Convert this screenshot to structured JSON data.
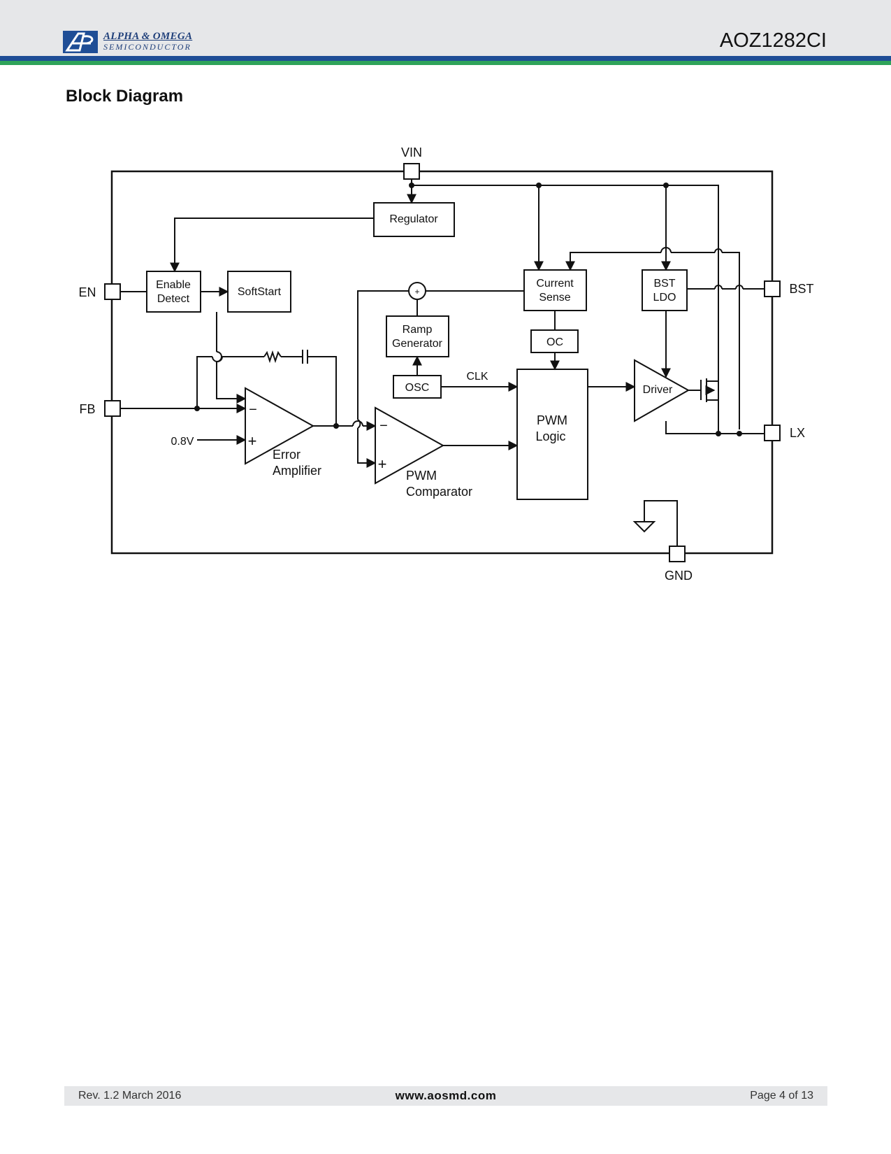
{
  "header": {
    "logo_line1": "ALPHA & OMEGA",
    "logo_line2": "SEMICONDUCTOR",
    "part_number": "AOZ1282CI"
  },
  "section_title": "Block Diagram",
  "diagram": {
    "pins": {
      "vin": "VIN",
      "en": "EN",
      "fb": "FB",
      "bst": "BST",
      "lx": "LX",
      "gnd": "GND"
    },
    "blocks": {
      "regulator": "Regulator",
      "enable_detect_1": "Enable",
      "enable_detect_2": "Detect",
      "softstart": "SoftStart",
      "current_sense_1": "Current",
      "current_sense_2": "Sense",
      "bst_ldo_1": "BST",
      "bst_ldo_2": "LDO",
      "ramp_gen_1": "Ramp",
      "ramp_gen_2": "Generator",
      "oc": "OC",
      "osc": "OSC",
      "clk": "CLK",
      "pwm_logic_1": "PWM",
      "pwm_logic_2": "Logic",
      "driver": "Driver",
      "ref_voltage": "0.8V",
      "error_amp_1": "Error",
      "error_amp_2": "Amplifier",
      "pwm_comp_1": "PWM",
      "pwm_comp_2": "Comparator",
      "summer": "+",
      "minus": "−",
      "plus": "+"
    }
  },
  "footer": {
    "revision": "Rev. 1.2 March 2016",
    "website": "www.aosmd.com",
    "page": "Page 4 of 13"
  }
}
